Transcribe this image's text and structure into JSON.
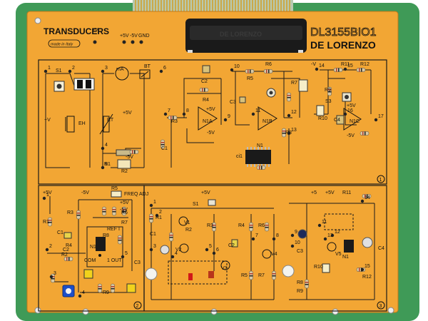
{
  "header": {
    "title": "TRANSDUCERS",
    "made_in": "made in Italy",
    "model_code": "DL3155BIO1",
    "brand": "DE LORENZO",
    "module_text": "DE LORENZO"
  },
  "power_labels": {
    "plus_v": "+V",
    "plus_5v": "+5V",
    "minus_5v": "-5V",
    "gnd": "GND"
  },
  "section_numbers": [
    "1",
    "2",
    "3"
  ],
  "section1": {
    "labels": [
      "S1",
      "mA",
      "BT",
      "EH",
      "RT",
      "R1",
      "R2",
      "R3",
      "R4",
      "C2",
      "C1",
      "N1A",
      "N1B",
      "R5",
      "R6",
      "R7",
      "C3",
      "R8",
      "ci1",
      "N1",
      "R9",
      "R10",
      "R11",
      "R12",
      "C4",
      "S3",
      "N1C",
      "+5V",
      "-5V",
      "+5V",
      "-5V",
      "+V",
      "-V",
      "+5V",
      "-5V"
    ],
    "pins": [
      "1",
      "2",
      "3",
      "4",
      "5",
      "6",
      "7",
      "8",
      "9",
      "10",
      "11",
      "12",
      "13",
      "14",
      "15",
      "16",
      "17"
    ]
  },
  "section2": {
    "labels": [
      "+5V",
      "-5V",
      "R5",
      "FREQ ADJ",
      "R1",
      "R2",
      "R3",
      "R4",
      "R6",
      "R7",
      "R8",
      "R9",
      "C1",
      "C2",
      "C3",
      "N1",
      "REF I",
      "1 OUT",
      "COM",
      "+5V",
      "-5V"
    ],
    "pins": [
      "1",
      "2",
      "3",
      "4",
      "5"
    ]
  },
  "section3": {
    "labels": [
      "+5V",
      "S1",
      "R1",
      "R2",
      "R3",
      "R4",
      "R5",
      "R6",
      "R7",
      "C1",
      "C2",
      "V1",
      "V2",
      "V3",
      "V4",
      "C3",
      "C4",
      "R8",
      "R9",
      "R10",
      "R11",
      "R12",
      "V5",
      "N1",
      "+5",
      "+5V"
    ],
    "pins": [
      "1",
      "2",
      "3",
      "4",
      "5",
      "6",
      "7",
      "8",
      "9",
      "10",
      "11",
      "12",
      "13",
      "14",
      "15"
    ]
  },
  "colors": {
    "panel": "#f2a634",
    "board_green": "#3f9a57",
    "connector": "#b8c9b0",
    "line": "#1b1b1b",
    "module": "#1a1a1a"
  },
  "icons": [
    "switch-icon",
    "battery-icon",
    "potentiometer-icon",
    "led-icon",
    "ic-chip-icon",
    "opamp-icon",
    "transistor-icon",
    "capacitor-icon",
    "resistor-icon",
    "test-point-icon"
  ]
}
